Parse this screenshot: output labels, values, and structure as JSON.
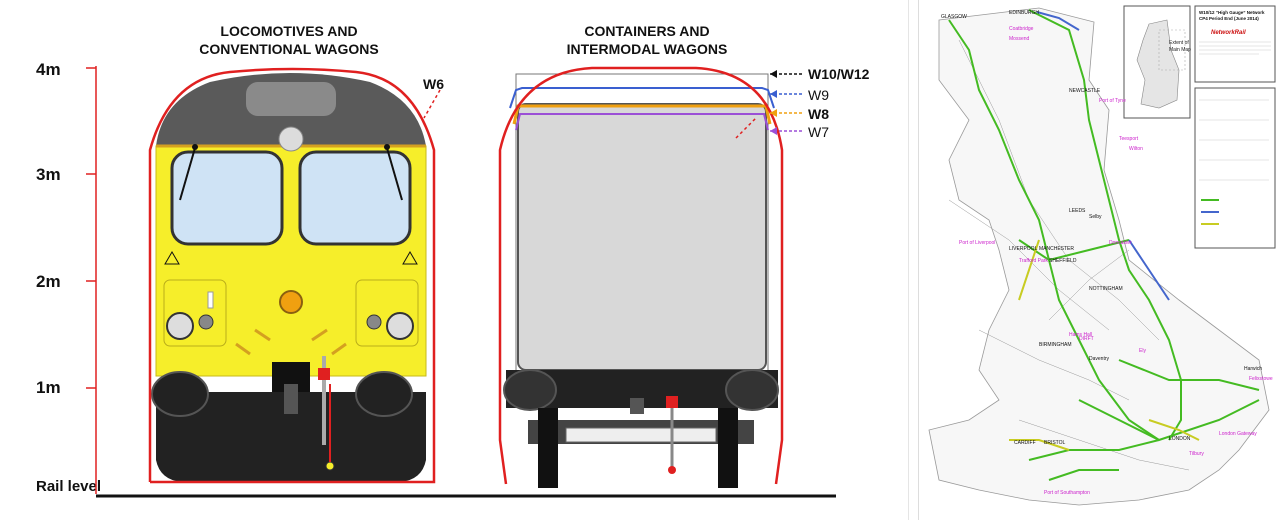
{
  "diagram": {
    "left_title_line1": "LOCOMOTIVES AND",
    "left_title_line2": "CONVENTIONAL WAGONS",
    "right_title_line1": "CONTAINERS AND",
    "right_title_line2": "INTERMODAL WAGONS",
    "scale_labels": [
      "4m",
      "3m",
      "2m",
      "1m",
      "Rail level"
    ],
    "gauges": [
      {
        "label": "W10/W12",
        "color": "#111111",
        "bold": true
      },
      {
        "label": "W9",
        "color": "#3a5fd0",
        "bold": false
      },
      {
        "label": "W8",
        "color": "#f0a010",
        "bold": true
      },
      {
        "label": "W7",
        "color": "#9b4fd6",
        "bold": false
      }
    ],
    "w6_label": "W6",
    "w6_color": "#e02020",
    "loco_yellow": "#f6ee2a",
    "container_grey": "#d8d8d8"
  },
  "map": {
    "title_lines": [
      "W10/12 “High Gauge” Network",
      "CP4 Period End (June 2014)"
    ],
    "brand": "NetworkRail",
    "inset_caption": [
      "Extent of",
      "Main Map"
    ],
    "colors": {
      "w10": "#44bb22",
      "upgraded": "#4466cc",
      "proposed": "#c8cc22",
      "label": "#cc22cc"
    },
    "places": [
      "GLASGOW",
      "EDINBURGH",
      "NEWCASTLE",
      "Port of Tyne",
      "Teesport",
      "Wilton",
      "LEEDS",
      "Selby",
      "Doncaster",
      "LIVERPOOL",
      "Port of Liverpool",
      "MANCHESTER",
      "Trafford Park",
      "SHEFFIELD",
      "NOTTINGHAM",
      "BIRMINGHAM",
      "Hams Hall",
      "DIRFT",
      "Daventry",
      "Ely",
      "Felixstowe",
      "Harwich",
      "LONDON",
      "Tilbury",
      "London Gateway",
      "BRISTOL",
      "CARDIFF",
      "Port of Southampton",
      "Coatbridge",
      "Mossend"
    ]
  }
}
